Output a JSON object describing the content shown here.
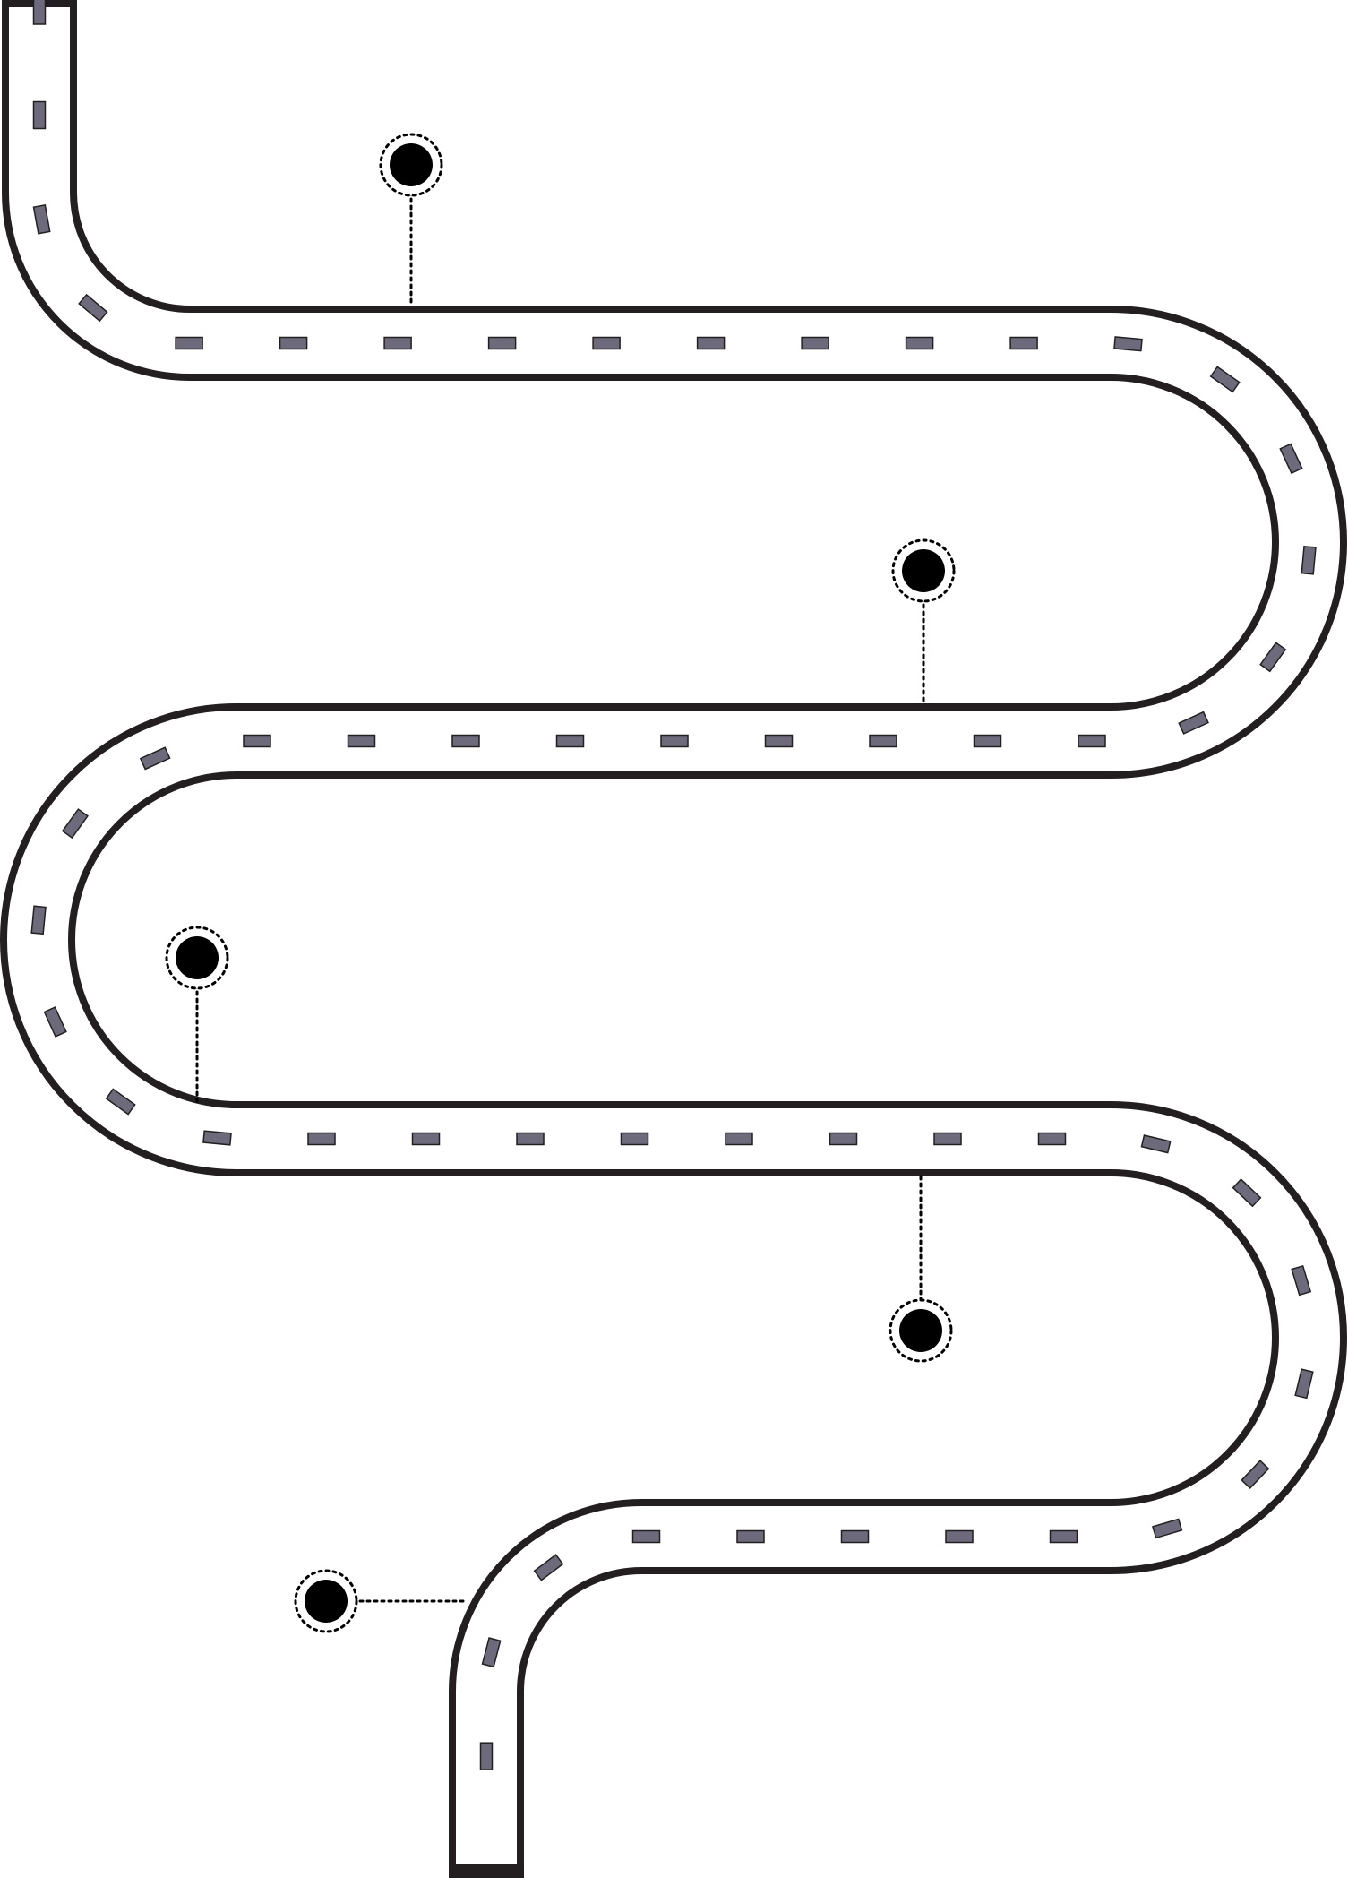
{
  "diagram": {
    "kind": "winding-road-timeline",
    "road": {
      "edge_color": "#231f20",
      "fill_color": "#ffffff",
      "lane_dash_color": "#6d6b7b",
      "lane_dash_outline": "#231f20"
    },
    "milestones": [
      {
        "id": "milestone-1",
        "marker": "filled-dot-with-dotted-ring"
      },
      {
        "id": "milestone-2",
        "marker": "filled-dot-with-dotted-ring"
      },
      {
        "id": "milestone-3",
        "marker": "filled-dot-with-dotted-ring"
      },
      {
        "id": "milestone-4",
        "marker": "filled-dot-with-dotted-ring"
      },
      {
        "id": "milestone-5",
        "marker": "filled-dot-with-dotted-ring"
      }
    ],
    "marker_color": "#000000",
    "connector_style": "dotted"
  }
}
